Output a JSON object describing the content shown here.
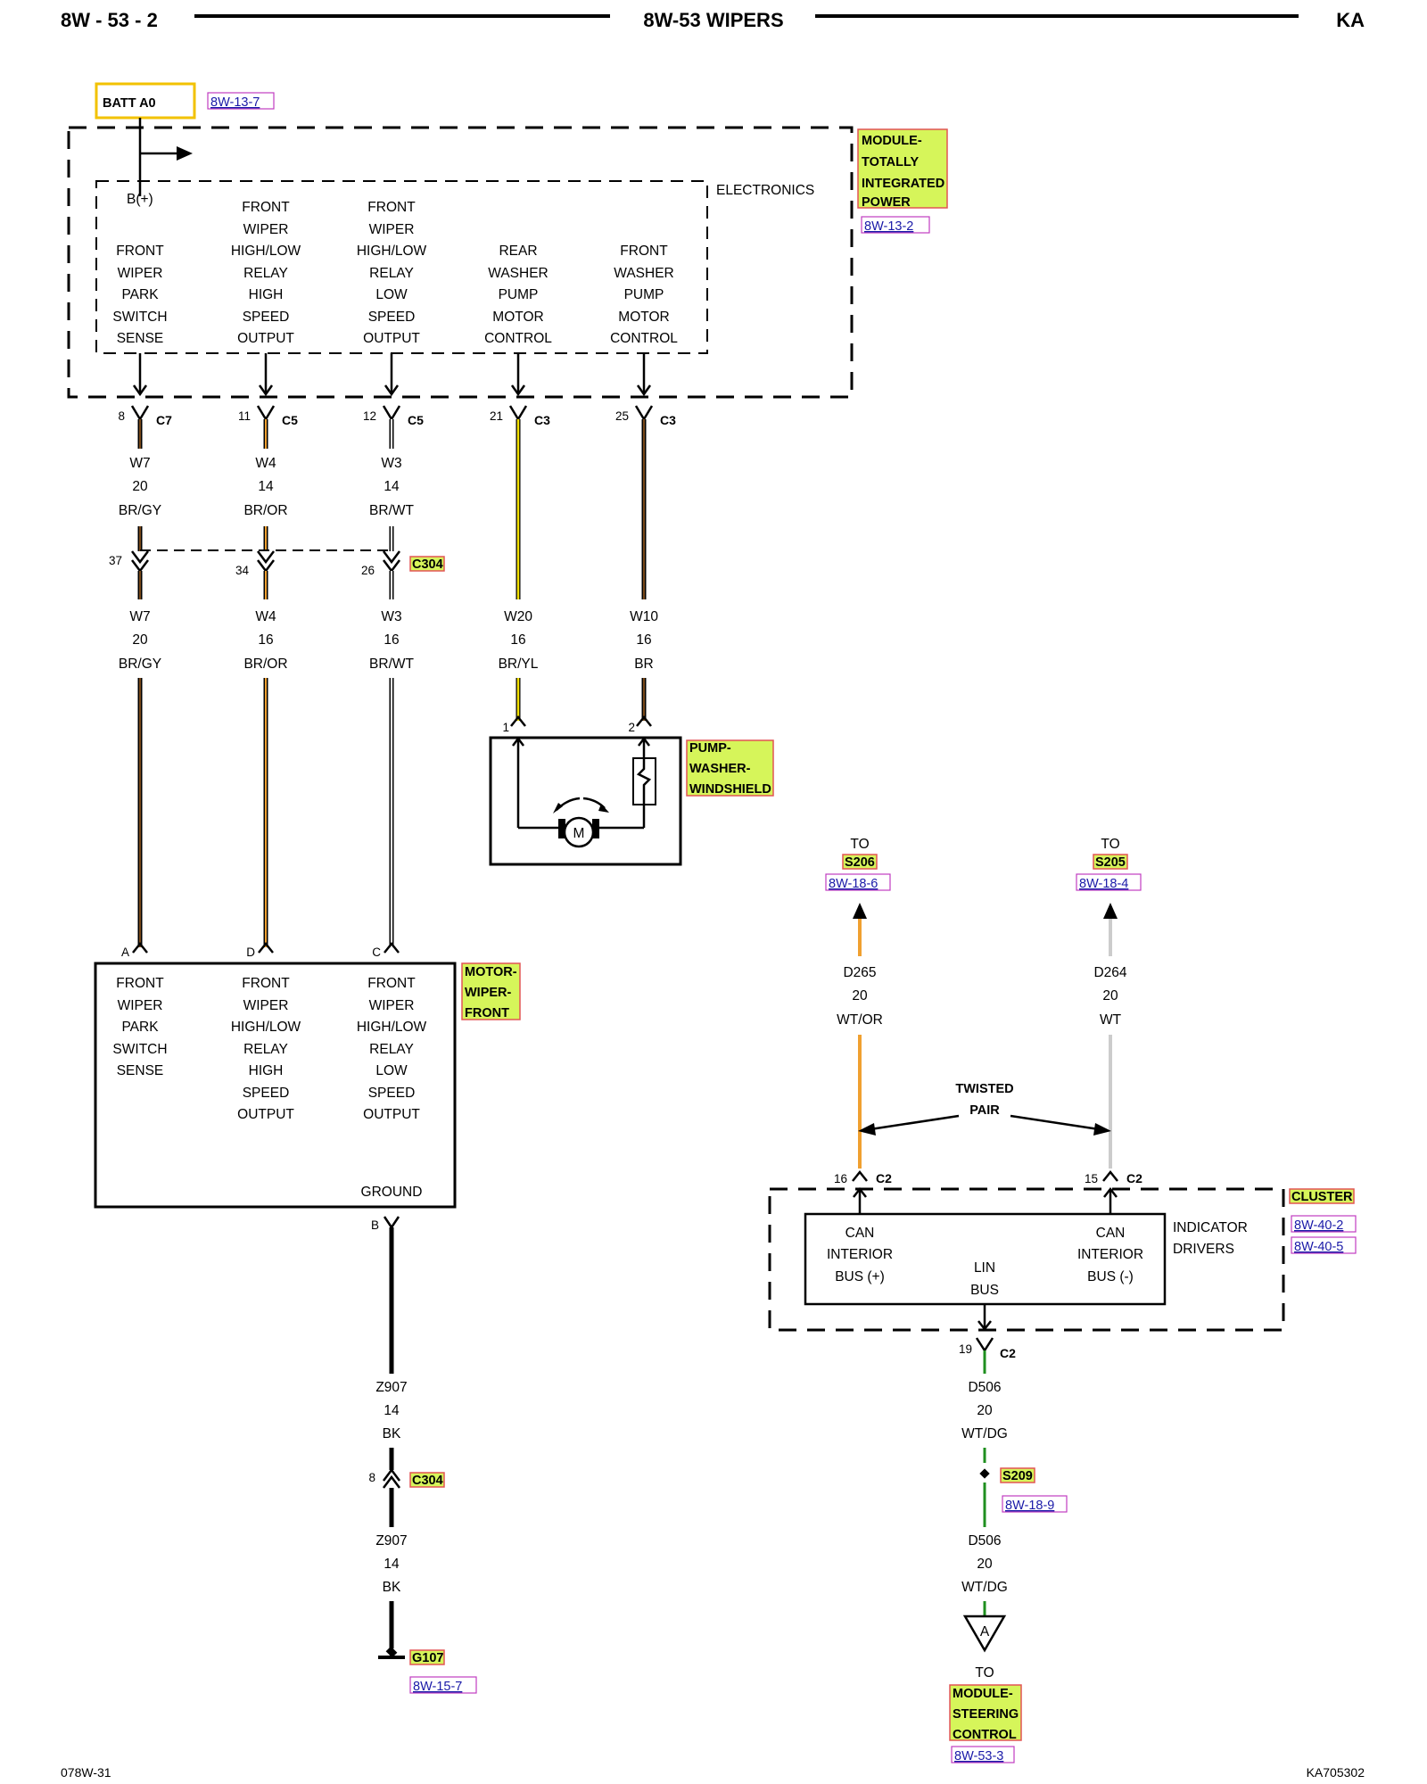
{
  "header": {
    "left": "8W - 53 - 2",
    "center": "8W-53 WIPERS",
    "right": "KA"
  },
  "footer": {
    "left": "078W-31",
    "right": "KA705302"
  },
  "colors": {
    "tag_fill": "#d6f55a",
    "tag_border": "#e25555",
    "ref_text": "#1a1aa8",
    "ref_border": "#c03cc0",
    "batt_border": "#f2c200",
    "wire_brown": "#7a4a1a",
    "wire_yellow": "#f2e000",
    "wire_orange": "#f0a030",
    "wire_white": "#cccccc",
    "wire_green": "#1f8f1f",
    "wire_black": "#000000"
  },
  "batt": {
    "label": "BATT A0",
    "ref": "8W-13-7"
  },
  "tipm": {
    "tag": [
      "MODULE-",
      "TOTALLY",
      "INTEGRATED",
      "POWER"
    ],
    "ref": "8W-13-2",
    "inner_label": "ELECTRONICS",
    "bplus": "B(+)",
    "functions": [
      [
        "FRONT",
        "WIPER",
        "PARK",
        "SWITCH",
        "SENSE"
      ],
      [
        "FRONT",
        "WIPER",
        "HIGH/LOW",
        "RELAY",
        "HIGH",
        "SPEED",
        "OUTPUT"
      ],
      [
        "FRONT",
        "WIPER",
        "HIGH/LOW",
        "RELAY",
        "LOW",
        "SPEED",
        "OUTPUT"
      ],
      [
        "REAR",
        "WASHER",
        "PUMP",
        "MOTOR",
        "CONTROL"
      ],
      [
        "FRONT",
        "WASHER",
        "PUMP",
        "MOTOR",
        "CONTROL"
      ]
    ]
  },
  "tipm_pins": [
    {
      "pin": "8",
      "conn": "C7"
    },
    {
      "pin": "11",
      "conn": "C5"
    },
    {
      "pin": "12",
      "conn": "C5"
    },
    {
      "pin": "21",
      "conn": "C3"
    },
    {
      "pin": "25",
      "conn": "C3"
    }
  ],
  "upper_wires": [
    [
      "W7",
      "20",
      "BR/GY"
    ],
    [
      "W4",
      "14",
      "BR/OR"
    ],
    [
      "W3",
      "14",
      "BR/WT"
    ]
  ],
  "c304_top": {
    "tag": "C304",
    "pins": [
      "37",
      "34",
      "26"
    ]
  },
  "lower_wires": [
    [
      "W7",
      "20",
      "BR/GY"
    ],
    [
      "W4",
      "16",
      "BR/OR"
    ],
    [
      "W3",
      "16",
      "BR/WT"
    ],
    [
      "W20",
      "16",
      "BR/YL"
    ],
    [
      "W10",
      "16",
      "BR"
    ]
  ],
  "pump": {
    "tag": [
      "PUMP-",
      "WASHER-",
      "WINDSHIELD"
    ],
    "pins": [
      "1",
      "2"
    ],
    "motor_label": "M"
  },
  "motor": {
    "tag": [
      "MOTOR-",
      "WIPER-",
      "FRONT"
    ],
    "pins": [
      "A",
      "D",
      "C"
    ],
    "functions": [
      [
        "FRONT",
        "WIPER",
        "PARK",
        "SWITCH",
        "SENSE"
      ],
      [
        "FRONT",
        "WIPER",
        "HIGH/LOW",
        "RELAY",
        "HIGH",
        "SPEED",
        "OUTPUT"
      ],
      [
        "FRONT",
        "WIPER",
        "HIGH/LOW",
        "RELAY",
        "LOW",
        "SPEED",
        "OUTPUT"
      ]
    ],
    "ground_label": "GROUND",
    "ground_pin": "B"
  },
  "ground_wire_1": [
    "Z907",
    "14",
    "BK"
  ],
  "c304_bottom": {
    "pin": "8",
    "tag": "C304"
  },
  "ground_wire_2": [
    "Z907",
    "14",
    "BK"
  ],
  "g107": {
    "tag": "G107",
    "ref": "8W-15-7"
  },
  "can": {
    "left": {
      "to": "TO",
      "splice": "S206",
      "ref": "8W-18-6",
      "wire": [
        "D265",
        "20",
        "WT/OR"
      ],
      "pin": "16",
      "conn": "C2"
    },
    "right": {
      "to": "TO",
      "splice": "S205",
      "ref": "8W-18-4",
      "wire": [
        "D264",
        "20",
        "WT"
      ],
      "pin": "15",
      "conn": "C2"
    },
    "twisted": [
      "TWISTED",
      "PAIR"
    ]
  },
  "cluster": {
    "tag": "CLUSTER",
    "refs": [
      "8W-40-2",
      "8W-40-5"
    ],
    "inner": [
      "INDICATOR",
      "DRIVERS"
    ],
    "can_plus": [
      "CAN",
      "INTERIOR",
      "BUS (+)"
    ],
    "can_minus": [
      "CAN",
      "INTERIOR",
      "BUS (-)"
    ],
    "lin": [
      "LIN",
      "BUS"
    ],
    "lin_pin": "19",
    "lin_conn": "C2"
  },
  "lin_wire_1": [
    "D506",
    "20",
    "WT/DG"
  ],
  "s209": {
    "tag": "S209",
    "ref": "8W-18-9"
  },
  "lin_wire_2": [
    "D506",
    "20",
    "WT/DG"
  ],
  "steering": {
    "to": "TO",
    "marker": "A",
    "tag": [
      "MODULE-",
      "STEERING",
      "CONTROL"
    ],
    "ref": "8W-53-3"
  }
}
